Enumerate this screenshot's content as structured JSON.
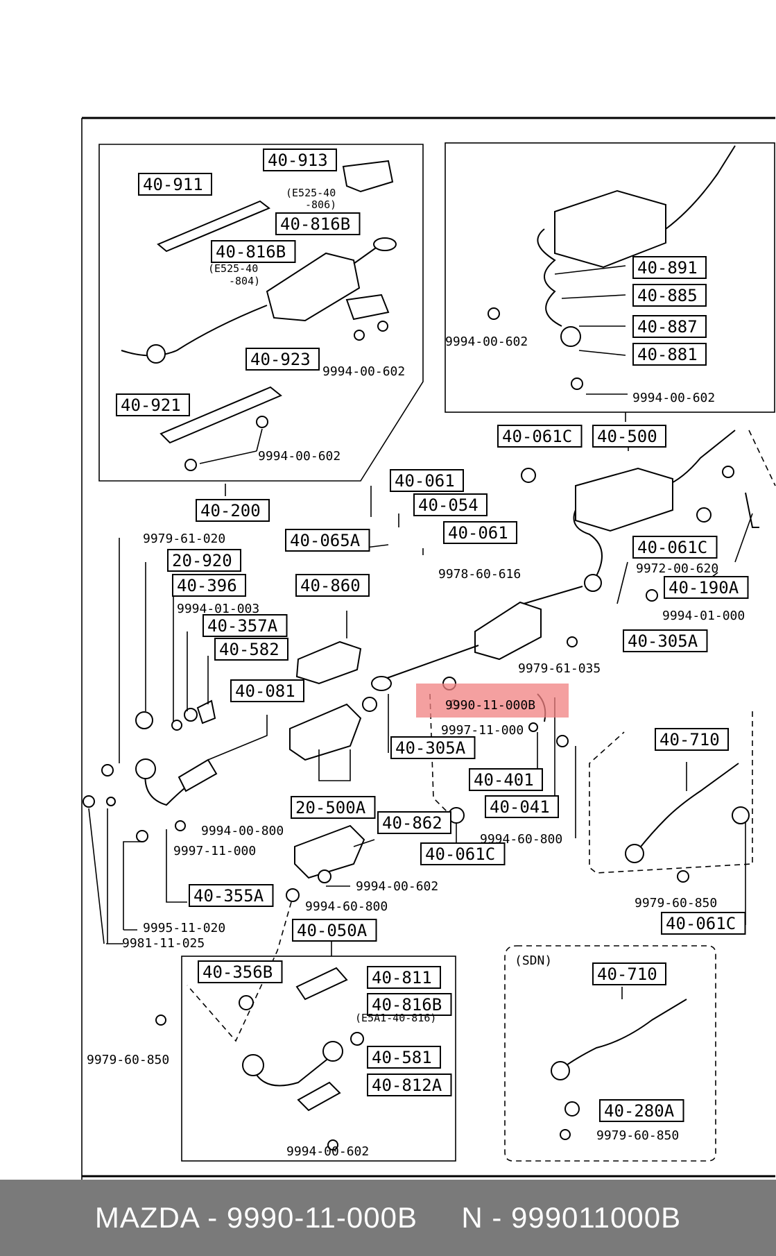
{
  "diagram": {
    "box_labels": [
      "40-913",
      "40-911",
      "40-816B",
      "40-816B",
      "40-923",
      "40-921",
      "40-200",
      "40-891",
      "40-885",
      "40-887",
      "40-881",
      "40-061C",
      "40-500",
      "40-061",
      "40-054",
      "40-065A",
      "40-061",
      "40-061C",
      "40-190A",
      "40-305A",
      "40-860",
      "20-920",
      "40-396",
      "40-357A",
      "40-582",
      "40-081",
      "40-305A",
      "40-401",
      "40-041",
      "20-500A",
      "40-862",
      "40-061C",
      "40-710",
      "40-061C",
      "40-355A",
      "40-050A",
      "40-356B",
      "40-811",
      "40-816B",
      "40-581",
      "40-812A",
      "40-710",
      "40-280A"
    ],
    "plain_labels": [
      "9994-00-602",
      "9994-00-602",
      "9994-00-602",
      "9994-00-602",
      "9979-61-020",
      "9994-01-003",
      "9978-60-616",
      "9972-00-620",
      "9994-01-000",
      "9979-61-035",
      "9997-11-000",
      "9994-60-800",
      "9994-00-800",
      "9997-11-000",
      "9994-00-602",
      "9979-60-850",
      "9994-60-800",
      "9995-11-020",
      "9981-11-025",
      "9979-60-850",
      "9994-00-602",
      "9979-60-850",
      "(SDN)"
    ],
    "notes": [
      "(E525-40",
      "-806)",
      "(E525-40",
      "-804)",
      "(E5A1-40-816)"
    ],
    "highlighted_part": "9990-11-000B",
    "highlight_color": "#f08080"
  },
  "footer": {
    "text": "MAZDA - 9990-11-000B     N - 999011000B",
    "background": "#7a7a7a"
  }
}
